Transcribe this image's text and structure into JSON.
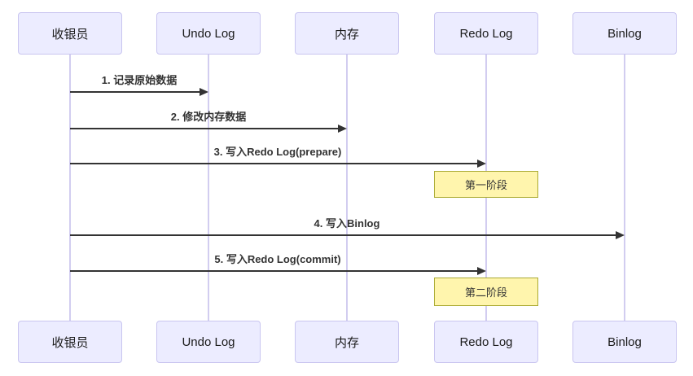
{
  "diagram": {
    "type": "sequence-diagram",
    "background": "#ffffff",
    "colors": {
      "actor_fill": "#ECECFF",
      "actor_border": "#c9c5f0",
      "lifeline": "#d2cdf0",
      "message_line": "#333333",
      "message_text": "#333333",
      "note_fill": "#FFF5AD",
      "note_border": "#AAAA33"
    },
    "actors": [
      {
        "label": "收银员"
      },
      {
        "label": "Undo Log"
      },
      {
        "label": "内存"
      },
      {
        "label": "Redo Log"
      },
      {
        "label": "Binlog"
      }
    ],
    "messages": [
      {
        "label": "1. 记录原始数据",
        "from": "收银员",
        "to": "Undo Log"
      },
      {
        "label": "2. 修改内存数据",
        "from": "收银员",
        "to": "内存"
      },
      {
        "label": "3. 写入Redo Log(prepare)",
        "from": "收银员",
        "to": "Redo Log"
      },
      {
        "label": "4. 写入Binlog",
        "from": "收银员",
        "to": "Binlog"
      },
      {
        "label": "5. 写入Redo Log(commit)",
        "from": "收银员",
        "to": "Redo Log"
      }
    ],
    "notes": [
      {
        "text": "第一阶段",
        "over": "Redo Log"
      },
      {
        "text": "第二阶段",
        "over": "Redo Log"
      }
    ]
  }
}
